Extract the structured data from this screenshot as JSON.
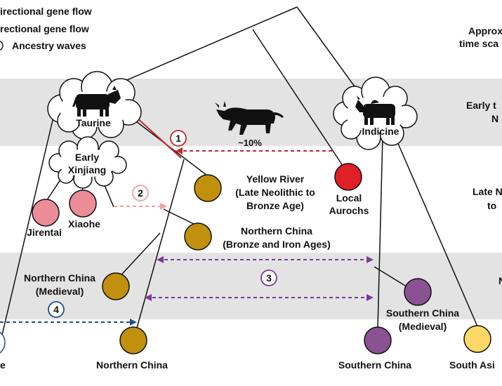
{
  "legend": {
    "line1": "irectional gene flow",
    "line2": "rectional gene flow",
    "line3": "Ancestry waves"
  },
  "time_scale": {
    "header_line1": "Approx",
    "header_line2": "time sca",
    "band1_line1": "Early t",
    "band1_line2": "N",
    "band2_line1": "Late N",
    "band2_line2": "to",
    "band3_line1": "N"
  },
  "clouds": {
    "taurine": "Taurine",
    "early_xinjiang_line1": "Early",
    "early_xinjiang_line2": "Xinjiang",
    "indicine": "Indicine"
  },
  "labels": {
    "aurochs_percent": "~10%",
    "jirentai": "Jirentai",
    "xiaohe": "Xiaohe",
    "yellow_river_line1": "Yellow River",
    "yellow_river_line2": "(Late Neolithic to",
    "yellow_river_line3": "Bronze Age)",
    "local_aurochs_line1": "Local",
    "local_aurochs_line2": "Aurochs",
    "northern_china_bia_line1": "Northern China",
    "northern_china_bia_line2": "(Bronze and Iron Ages)",
    "northern_china_med_line1": "Northern China",
    "northern_china_med_line2": "(Medieval)",
    "southern_china_med_line1": "Southern China",
    "southern_china_med_line2": "(Medieval)",
    "bottom_left_partial": "e",
    "northern_china": "Northern China",
    "southern_china": "Southern China",
    "south_asia": "South Asi"
  },
  "waves": {
    "w1": "1",
    "w2": "2",
    "w3": "3",
    "w4": "4"
  },
  "colors": {
    "band": "#e3e3e3",
    "jirentai_xiaohe": "#ec8c96",
    "yellow_river": "#c1900c",
    "aurochs": "#e01f26",
    "southern_china": "#8a5193",
    "south_asia": "#fdd866",
    "wave1": "#c1272d",
    "wave2": "#f0a0a0",
    "wave3": "#7b3a9a",
    "wave4": "#1f4e8c"
  }
}
